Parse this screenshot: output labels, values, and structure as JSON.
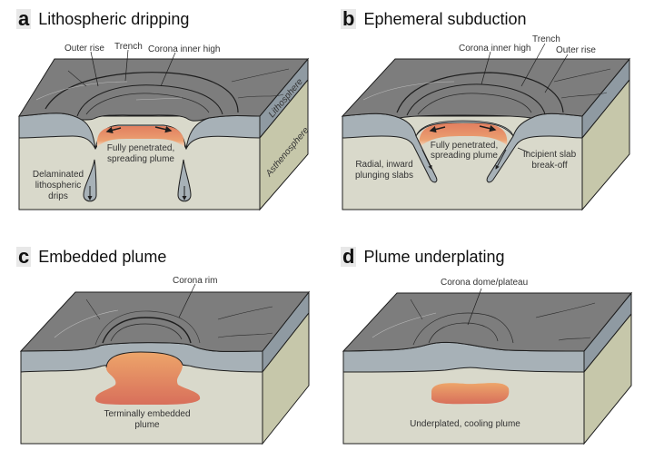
{
  "colors": {
    "surface": "#7d7d7d",
    "lithosphere_front": "#a7b1b7",
    "lithosphere_side": "#8f9aa2",
    "asthenosphere_front": "#d9d9cb",
    "asthenosphere_side": "#c6c7aa",
    "plume_top": "#eda56a",
    "plume_bottom": "#d86f5b",
    "outline": "#1e1e1e"
  },
  "panels": [
    {
      "letter": "a",
      "title": "Lithospheric dripping",
      "labels": {
        "outer_rise": "Outer rise",
        "trench": "Trench",
        "corona_inner_high": "Corona inner high",
        "plume": [
          "Fully penetrated,",
          "spreading plume"
        ],
        "drips": [
          "Delaminated",
          "lithospheric",
          "drips"
        ],
        "lithosphere": "Lithosphere",
        "asthenosphere": "Asthenosphere"
      }
    },
    {
      "letter": "b",
      "title": "Ephemeral subduction",
      "labels": {
        "corona_inner_high": "Corona inner high",
        "trench": "Trench",
        "outer_rise": "Outer rise",
        "plume": [
          "Fully penetrated,",
          "spreading plume"
        ],
        "slabs": [
          "Radial, inward",
          "plunging slabs"
        ],
        "breakoff": [
          "Incipient slab",
          "break-off"
        ]
      }
    },
    {
      "letter": "c",
      "title": "Embedded plume",
      "labels": {
        "corona_rim": "Corona rim",
        "plume": [
          "Terminally embedded",
          "plume"
        ]
      }
    },
    {
      "letter": "d",
      "title": "Plume underplating",
      "labels": {
        "corona_dome": "Corona dome/plateau",
        "plume": "Underplated, cooling plume"
      }
    }
  ]
}
